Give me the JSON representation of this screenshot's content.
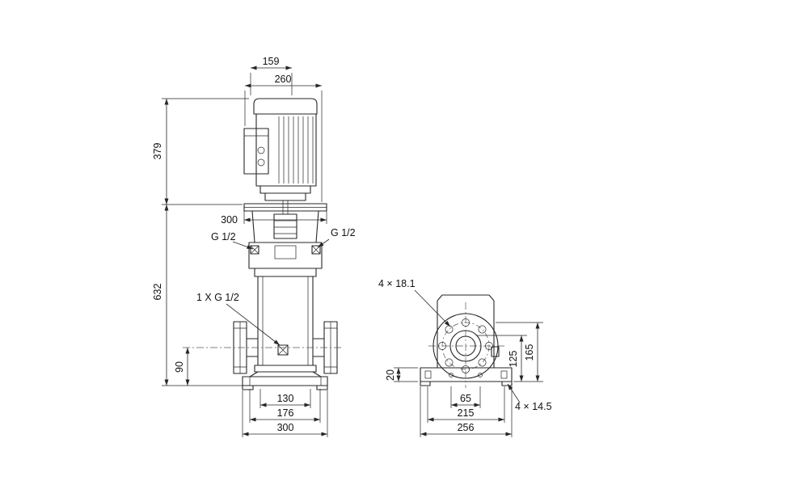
{
  "colors": {
    "background": "#ffffff",
    "line": "#262626"
  },
  "drawing": {
    "front": {
      "dim_fan_cover_width": "159",
      "dim_motor_width": "260",
      "dim_motor_height": "379",
      "dim_pump_height": "632",
      "dim_stool_width": "300",
      "label_plug_left": "G 1/2",
      "label_plug_right": "G 1/2",
      "label_drain_plug": "1 X G 1/2",
      "dim_port_center_height": "90",
      "dim_base_bolt_inner": "130",
      "dim_base_bolt_outer": "176",
      "dim_base_width": "300"
    },
    "side": {
      "label_flange_holes": "4 × 18.1",
      "dim_flange_center_height": "125",
      "dim_flange_top_height": "165",
      "dim_base_plate_height": "20",
      "dim_hole_spacing": "65",
      "dim_base_bolt_spacing": "215",
      "dim_base_length": "256",
      "label_base_holes": "4 × 14.5"
    }
  }
}
